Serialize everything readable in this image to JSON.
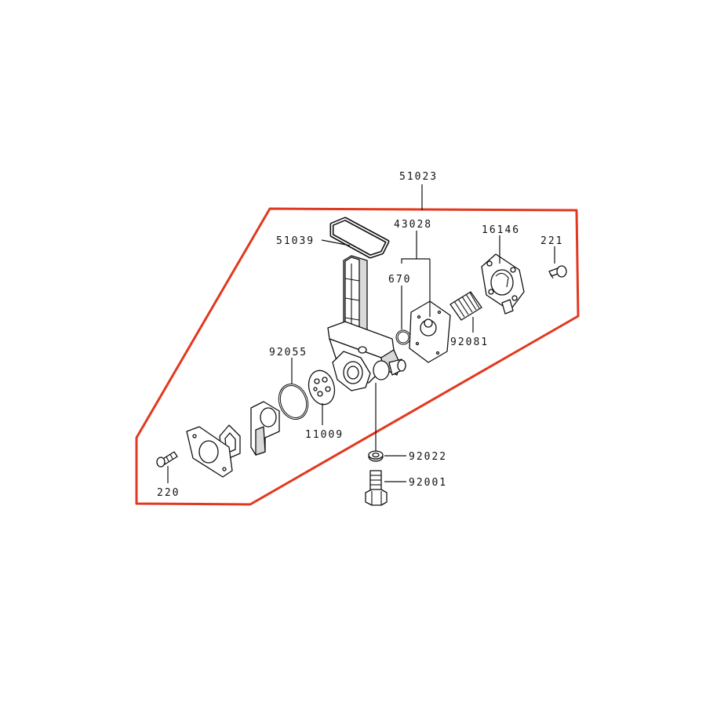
{
  "diagram": {
    "outline_color": "#e2381f",
    "parts": [
      {
        "id": "51023"
      },
      {
        "id": "51039"
      },
      {
        "id": "43028"
      },
      {
        "id": "16146"
      },
      {
        "id": "221"
      },
      {
        "id": "670"
      },
      {
        "id": "92081"
      },
      {
        "id": "92055"
      },
      {
        "id": "11009"
      },
      {
        "id": "92022"
      },
      {
        "id": "92001"
      },
      {
        "id": "220"
      }
    ]
  }
}
